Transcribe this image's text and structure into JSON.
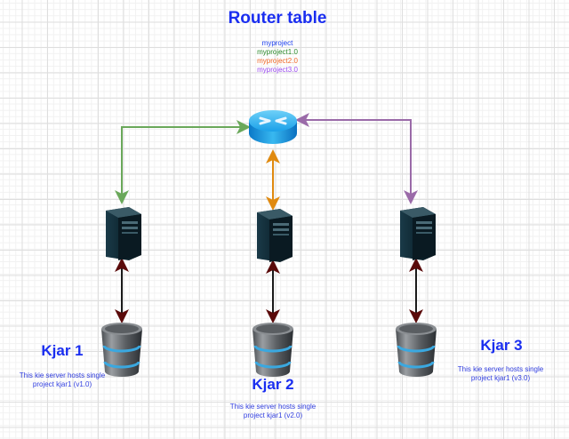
{
  "title": "Router table",
  "routes": [
    {
      "label": "myproject",
      "color": "#1a3ef0"
    },
    {
      "label": "myproject1.0",
      "color": "#2a8a2a"
    },
    {
      "label": "myproject2.0",
      "color": "#f06a2a"
    },
    {
      "label": "myproject3.0",
      "color": "#9a4af0"
    }
  ],
  "router": {
    "name": "router-icon"
  },
  "links": {
    "router_to_server1_color": "#6aa85a",
    "router_to_server2_color": "#e08a10",
    "router_to_server3_color": "#9a6aa8",
    "server_to_db_color": "#1a1a1a",
    "server_to_db_arrow_color": "#5a0a0a"
  },
  "nodes": [
    {
      "kjar": "Kjar 1",
      "desc_line1": "This kie server hosts single",
      "desc_line2": "project kjar1 (v1.0)"
    },
    {
      "kjar": "Kjar 2",
      "desc_line1": "This kie server hosts single",
      "desc_line2": "project kjar1 (v2.0)"
    },
    {
      "kjar": "Kjar 3",
      "desc_line1": "This kie server hosts single",
      "desc_line2": "project kjar1 (v3.0)"
    }
  ]
}
